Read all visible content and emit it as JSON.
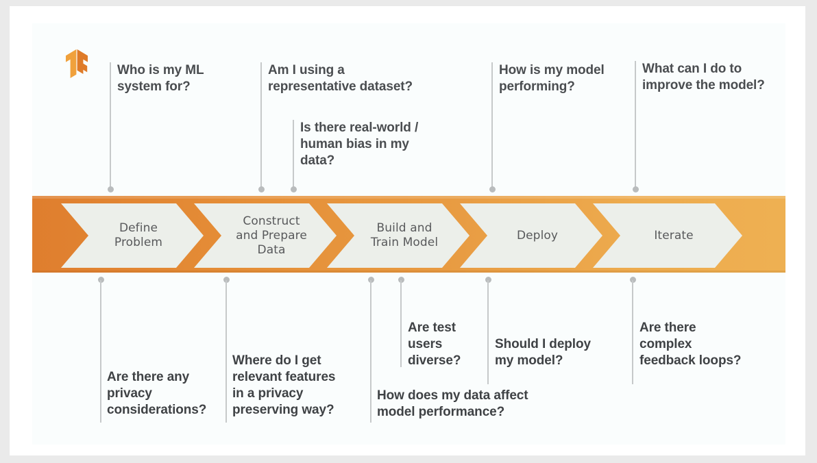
{
  "slide": {
    "logo": "tensorflow-logo",
    "brand_colors": {
      "logo_light": "#f0a13c",
      "logo_dark": "#df7b28",
      "band_start": "#df7e2e",
      "band_end": "#eeb052",
      "chevron_fill": "#ecefea",
      "chevron_text": "#58595b",
      "note_text": "#3f4245",
      "connector": "#c6c9ca",
      "card_bg": "#fafdfd",
      "page_bg": "#ffffff",
      "outer_bg": "#eaeaea"
    }
  },
  "process": {
    "steps": [
      {
        "label": "Define\nProblem",
        "line1": "Define",
        "line2": "Problem",
        "line3": ""
      },
      {
        "label": "Construct and Prepare Data",
        "line1": "Construct",
        "line2": "and Prepare",
        "line3": "Data"
      },
      {
        "label": "Build and Train Model",
        "line1": "Build and",
        "line2": "Train Model",
        "line3": ""
      },
      {
        "label": "Deploy",
        "line1": "Deploy",
        "line2": "",
        "line3": ""
      },
      {
        "label": "Iterate",
        "line1": "Iterate",
        "line2": "",
        "line3": ""
      }
    ]
  },
  "notes_top": [
    {
      "id": "who-is-my-ml-system-for",
      "line1": "Who is my ML",
      "line2": "system for?",
      "line3": ""
    },
    {
      "id": "am-i-using-representative-dataset",
      "line1": "Am I using a",
      "line2": "representative dataset?",
      "line3": ""
    },
    {
      "id": "real-world-human-bias",
      "line1": "Is there real-world /",
      "line2": "human bias in my",
      "line3": "data?"
    },
    {
      "id": "how-is-my-model-performing",
      "line1": "How is my model",
      "line2": "performing?",
      "line3": ""
    },
    {
      "id": "what-can-i-do-to-improve",
      "line1": "What can I do to",
      "line2": "improve the model?",
      "line3": ""
    }
  ],
  "notes_bottom": [
    {
      "id": "privacy-considerations",
      "line1": "Are there any",
      "line2": "privacy",
      "line3": "considerations?"
    },
    {
      "id": "relevant-features-privacy-preserving",
      "line1": "Where do I get",
      "line2": "relevant features",
      "line3": "in a privacy",
      "line4": "preserving way?"
    },
    {
      "id": "how-does-data-affect-performance",
      "line1": "How does my data affect",
      "line2": "model performance?",
      "line3": ""
    },
    {
      "id": "are-test-users-diverse",
      "line1": "Are test",
      "line2": "users",
      "line3": "diverse?"
    },
    {
      "id": "should-i-deploy-my-model",
      "line1": "Should I deploy",
      "line2": "my model?",
      "line3": ""
    },
    {
      "id": "complex-feedback-loops",
      "line1": "Are there",
      "line2": "complex",
      "line3": "feedback loops?"
    }
  ]
}
